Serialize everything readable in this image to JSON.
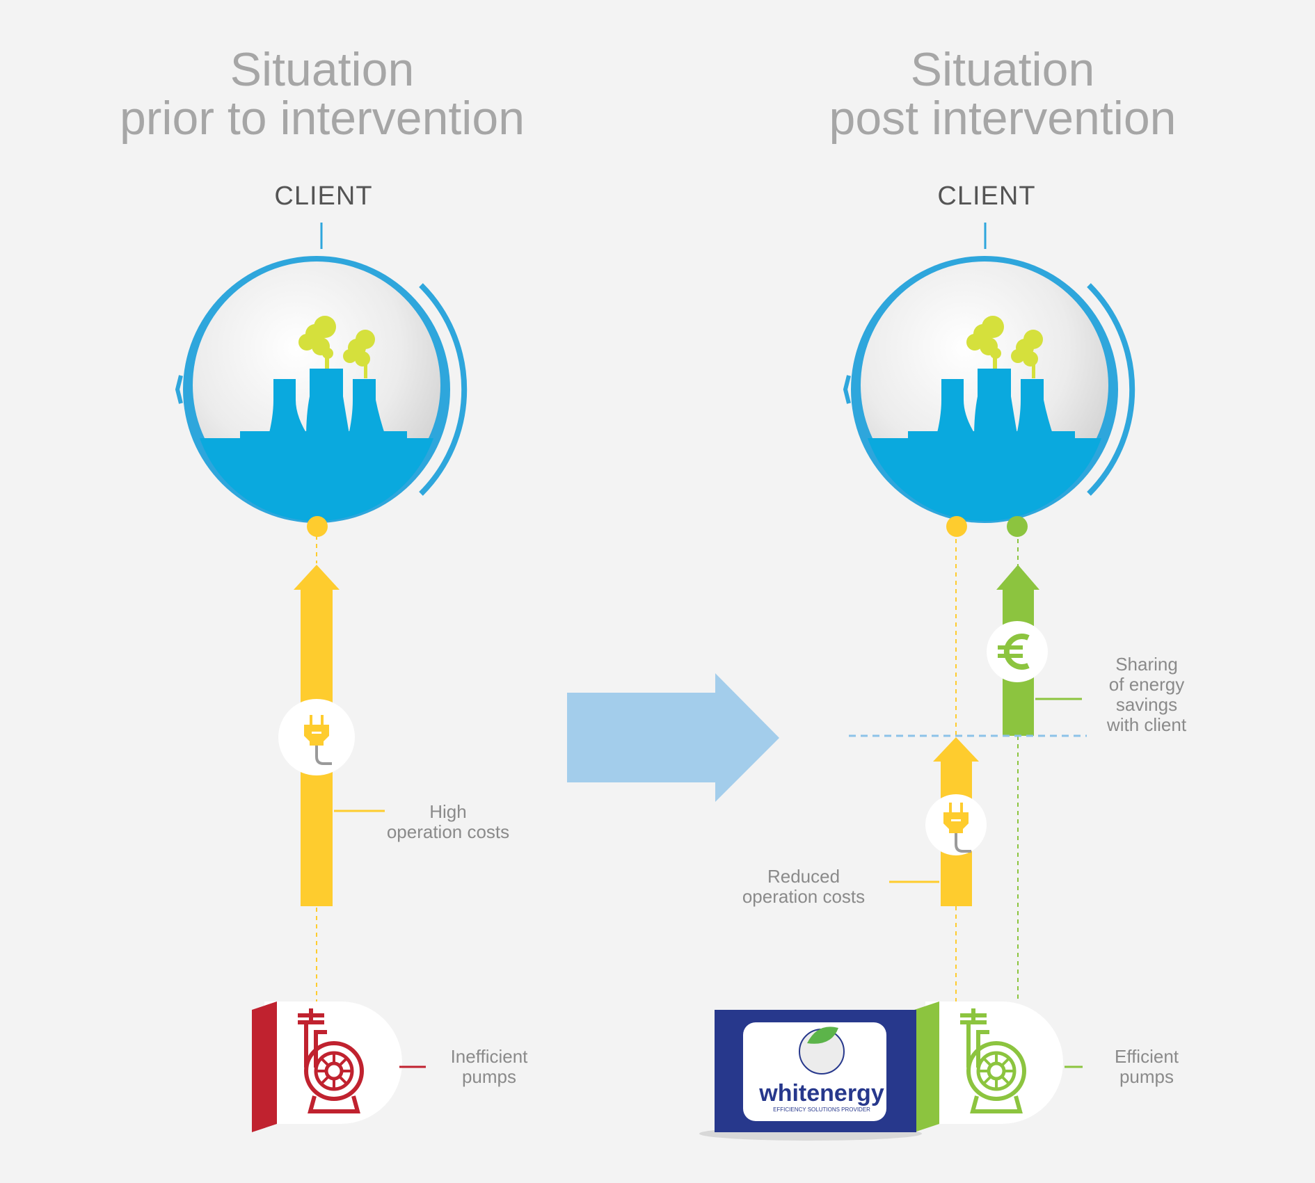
{
  "left_panel": {
    "title_line1": "Situation",
    "title_line2": "prior to intervention",
    "client_label": "CLIENT",
    "cost_label_line1": "High",
    "cost_label_line2": "operation costs",
    "pump_label_line1": "Inefficient",
    "pump_label_line2": "pumps"
  },
  "right_panel": {
    "title_line1": "Situation",
    "title_line2": "post intervention",
    "client_label": "CLIENT",
    "savings_label_line1": "Sharing",
    "savings_label_line2": "of energy",
    "savings_label_line3": "savings",
    "savings_label_line4": "with client",
    "cost_label_line1": "Reduced",
    "cost_label_line2": "operation costs",
    "pump_label_line1": "Efficient",
    "pump_label_line2": "pumps",
    "logo_text": "whitenergy",
    "logo_tagline": "EFFICIENCY SOLUTIONS PROVIDER",
    "currency_symbol": "€"
  },
  "icons": {
    "factory": "factory-icon",
    "plug": "plug-icon",
    "pump": "pump-icon",
    "euro": "euro-icon",
    "transition_arrow": "arrow-right-icon"
  },
  "colors": {
    "background": "#f3f3f3",
    "client_blue": "#2ea6dc",
    "water_blue": "#0aa9de",
    "smoke": "#d5e03c",
    "cost_yellow": "#fecc2e",
    "savings_green": "#8cc43f",
    "pump_red": "#c0222f",
    "pump_green": "#8cc43f",
    "arrow_light_blue": "#a3cdeb",
    "logo_navy": "#27388c",
    "title_gray": "#a6a6a6"
  }
}
